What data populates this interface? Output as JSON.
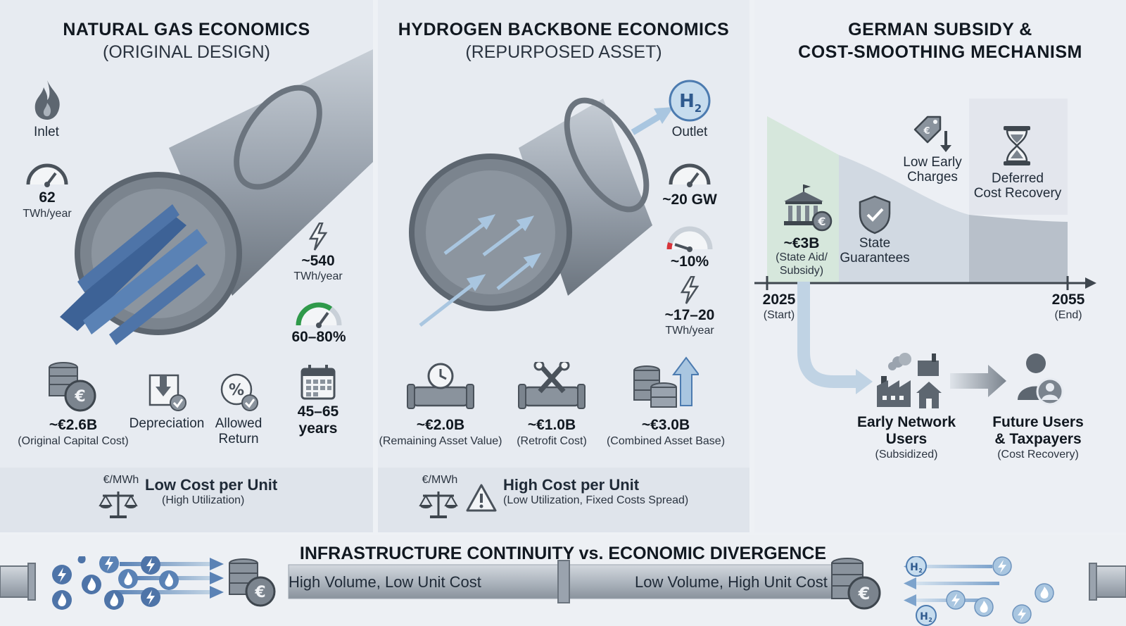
{
  "panel1": {
    "title": "NATURAL GAS ECONOMICS",
    "subtitle": "(ORIGINAL DESIGN)",
    "inlet_label": "Inlet",
    "capacity_value": "62",
    "capacity_unit": "TWh/year",
    "throughput_value": "~540",
    "throughput_unit": "TWh/year",
    "utilization_value": "60–80%",
    "utilization_fraction": 0.7,
    "capital_value": "~€2.6B",
    "capital_label": "(Original Capital Cost)",
    "depreciation_label": "Depreciation",
    "return_label_1": "Allowed",
    "return_label_2": "Return",
    "life_value_1": "45–65",
    "life_value_2": "years",
    "unit_label": "€/MWh",
    "cost_title": "Low Cost per Unit",
    "cost_note": "(High Utilization)"
  },
  "panel2": {
    "title": "HYDROGEN BACKBONE ECONOMICS",
    "subtitle": "(REPURPOSED ASSET)",
    "h2_symbol": "H",
    "h2_sub": "2",
    "outlet_label": "Outlet",
    "capacity_value": "~20 GW",
    "utilization_value": "~10%",
    "utilization_fraction": 0.1,
    "throughput_value": "~17–20",
    "throughput_unit": "TWh/year",
    "remaining_value": "~€2.0B",
    "remaining_label": "(Remaining Asset Value)",
    "retrofit_value": "~€1.0B",
    "retrofit_label": "(Retrofit Cost)",
    "combined_value": "~€3.0B",
    "combined_label": "(Combined Asset Base)",
    "unit_label": "€/MWh",
    "cost_title": "High Cost per Unit",
    "cost_note": "(Low Utilization, Fixed Costs Spread)"
  },
  "panel3": {
    "title_1": "GERMAN SUBSIDY &",
    "title_2": "COST-SMOOTHING MECHANISM",
    "subsidy_value": "~€3B",
    "subsidy_label_1": "(State Aid/",
    "subsidy_label_2": "Subsidy)",
    "guarantee_label_1": "State",
    "guarantee_label_2": "Guarantees",
    "early_charges_1": "Low Early",
    "early_charges_2": "Charges",
    "deferred_1": "Deferred",
    "deferred_2": "Cost Recovery",
    "start_year": "2025",
    "start_label": "(Start)",
    "end_year": "2055",
    "end_label": "(End)",
    "early_users_1": "Early Network",
    "early_users_2": "Users",
    "early_users_note": "(Subsidized)",
    "future_users_1": "Future Users",
    "future_users_2": "& Taxpayers",
    "future_users_note": "(Cost Recovery)"
  },
  "bottom": {
    "title": "INFRASTRUCTURE CONTINUITY vs. ECONOMIC DIVERGENCE",
    "left_text": "High Volume, Low Unit Cost",
    "right_text": "Low Volume, High Unit Cost",
    "h2_symbol": "H",
    "h2_sub": "2"
  },
  "colors": {
    "pipe": "#9aa3ae",
    "pipe_dark": "#5d6670",
    "arrow_dark": "#3d6296",
    "arrow_light": "#a9c6e0",
    "gauge_green": "#2f9a4a",
    "gauge_red": "#d8343a",
    "curve_green": "#d6e7dc",
    "curve_blue": "#c9d3de",
    "curve_grey": "#b8c0ca"
  }
}
